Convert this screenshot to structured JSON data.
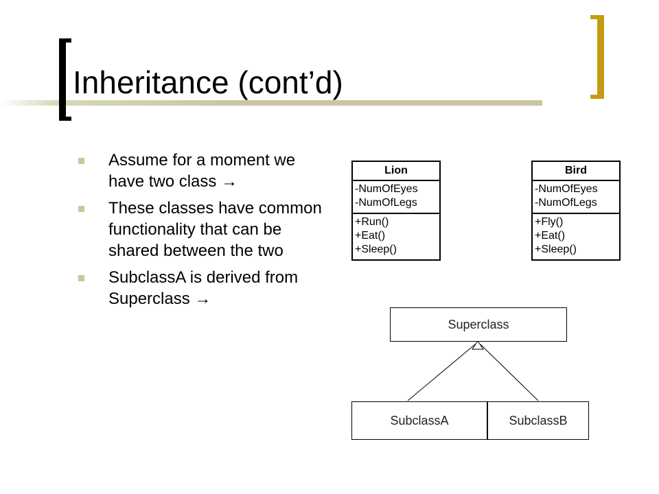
{
  "title": "Inheritance (cont’d)",
  "bullets": [
    {
      "text": "Assume for a moment we have two class →"
    },
    {
      "text": "These classes have common functionality that can be shared between the two"
    },
    {
      "text": "SubclassA is derived from Superclass →"
    }
  ],
  "classes": {
    "lion": {
      "name": "Lion",
      "attributes": [
        "-NumOfEyes",
        "-NumOfLegs"
      ],
      "methods": [
        "+Run()",
        "+Eat()",
        "+Sleep()"
      ]
    },
    "bird": {
      "name": "Bird",
      "attributes": [
        "-NumOfEyes",
        "-NumOfLegs"
      ],
      "methods": [
        "+Fly()",
        "+Eat()",
        "+Sleep()"
      ]
    }
  },
  "hierarchy": {
    "superclass": "Superclass",
    "subclass_a": "SubclassA",
    "subclass_b": "SubclassB"
  },
  "colors": {
    "accent_gold": "#c59b14",
    "rule_tan": "#c8c6a0",
    "bullet_tan": "#c8c89a"
  }
}
